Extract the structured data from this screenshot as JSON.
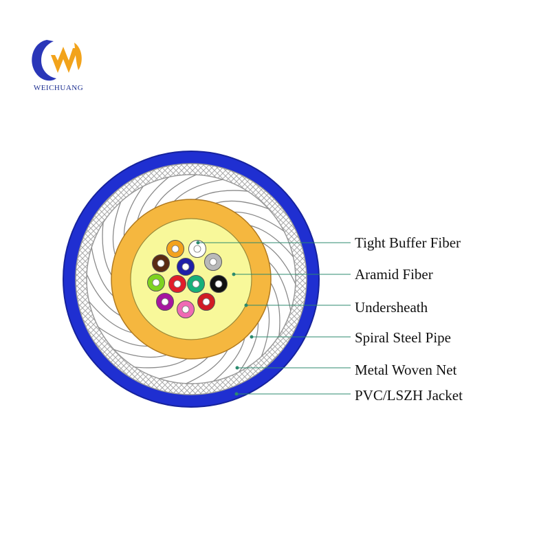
{
  "brand": {
    "name": "WEICHUANG",
    "logo_icon": "weichuang-w-logo-icon",
    "colors": {
      "blue": "#2a36b8",
      "orange": "#f2a31b"
    }
  },
  "cable": {
    "colors": {
      "jacket": "#1f2fd1",
      "net": "#c9c9c9",
      "spiral": "#dcdcdc",
      "undersheath": "#f5b73f",
      "aramid": "#f8f89a"
    },
    "fibers": [
      {
        "color": "#f3a21d"
      },
      {
        "color": "#ffffff"
      },
      {
        "color": "#5a2a12"
      },
      {
        "color": "#1f1fa8"
      },
      {
        "color": "#b9b9b9"
      },
      {
        "color": "#7ed320"
      },
      {
        "color": "#e21d2a"
      },
      {
        "color": "#17b07a"
      },
      {
        "color": "#111111"
      },
      {
        "color": "#a615a0"
      },
      {
        "color": "#f06ab4"
      },
      {
        "color": "#d11b24"
      }
    ]
  },
  "callouts": [
    {
      "label": "Tight Buffer Fiber"
    },
    {
      "label": "Aramid Fiber"
    },
    {
      "label": "Undersheath"
    },
    {
      "label": "Spiral Steel Pipe"
    },
    {
      "label": "Metal Woven Net"
    },
    {
      "label": "PVC/LSZH Jacket"
    }
  ]
}
